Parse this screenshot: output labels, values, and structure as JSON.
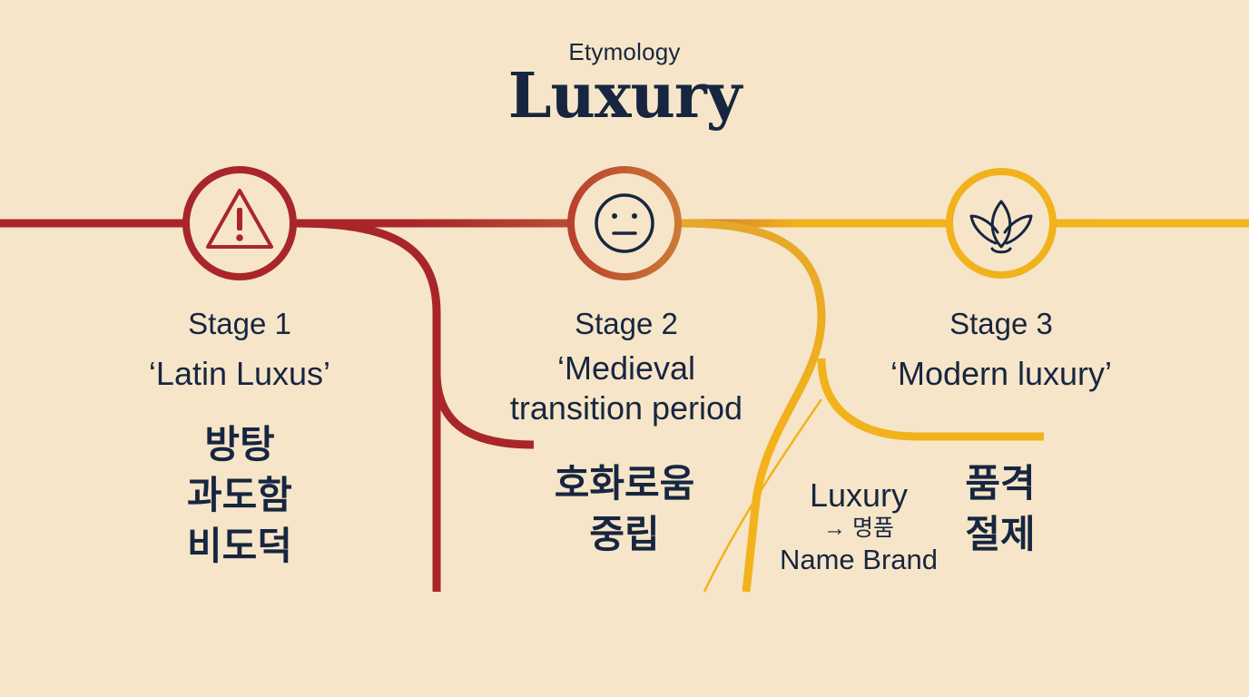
{
  "header": {
    "subtitle": "Etymology",
    "title": "Luxury"
  },
  "colors": {
    "stage1": "#a8262a",
    "stage2": "#c0623a",
    "stage3": "#f2b21c",
    "text": "#172640",
    "background": "#f6e5c8"
  },
  "stages": [
    {
      "label": "Stage 1",
      "name": "‘Latin Luxus’",
      "icon": "warning-icon",
      "keywords": [
        "방탕",
        "과도함",
        "비도덕"
      ]
    },
    {
      "label": "Stage 2",
      "name_line1": "‘Medieval",
      "name_line2": "transition period",
      "icon": "neutral-face-icon",
      "keywords": [
        "호화로움",
        "중립"
      ]
    },
    {
      "label": "Stage 3",
      "name": "‘Modern luxury’",
      "icon": "lotus-icon",
      "keywords": [
        "품격",
        "절제"
      ],
      "side_note": {
        "line1": "Luxury",
        "line2": "→ 명품",
        "line3": "Name Brand"
      }
    }
  ]
}
